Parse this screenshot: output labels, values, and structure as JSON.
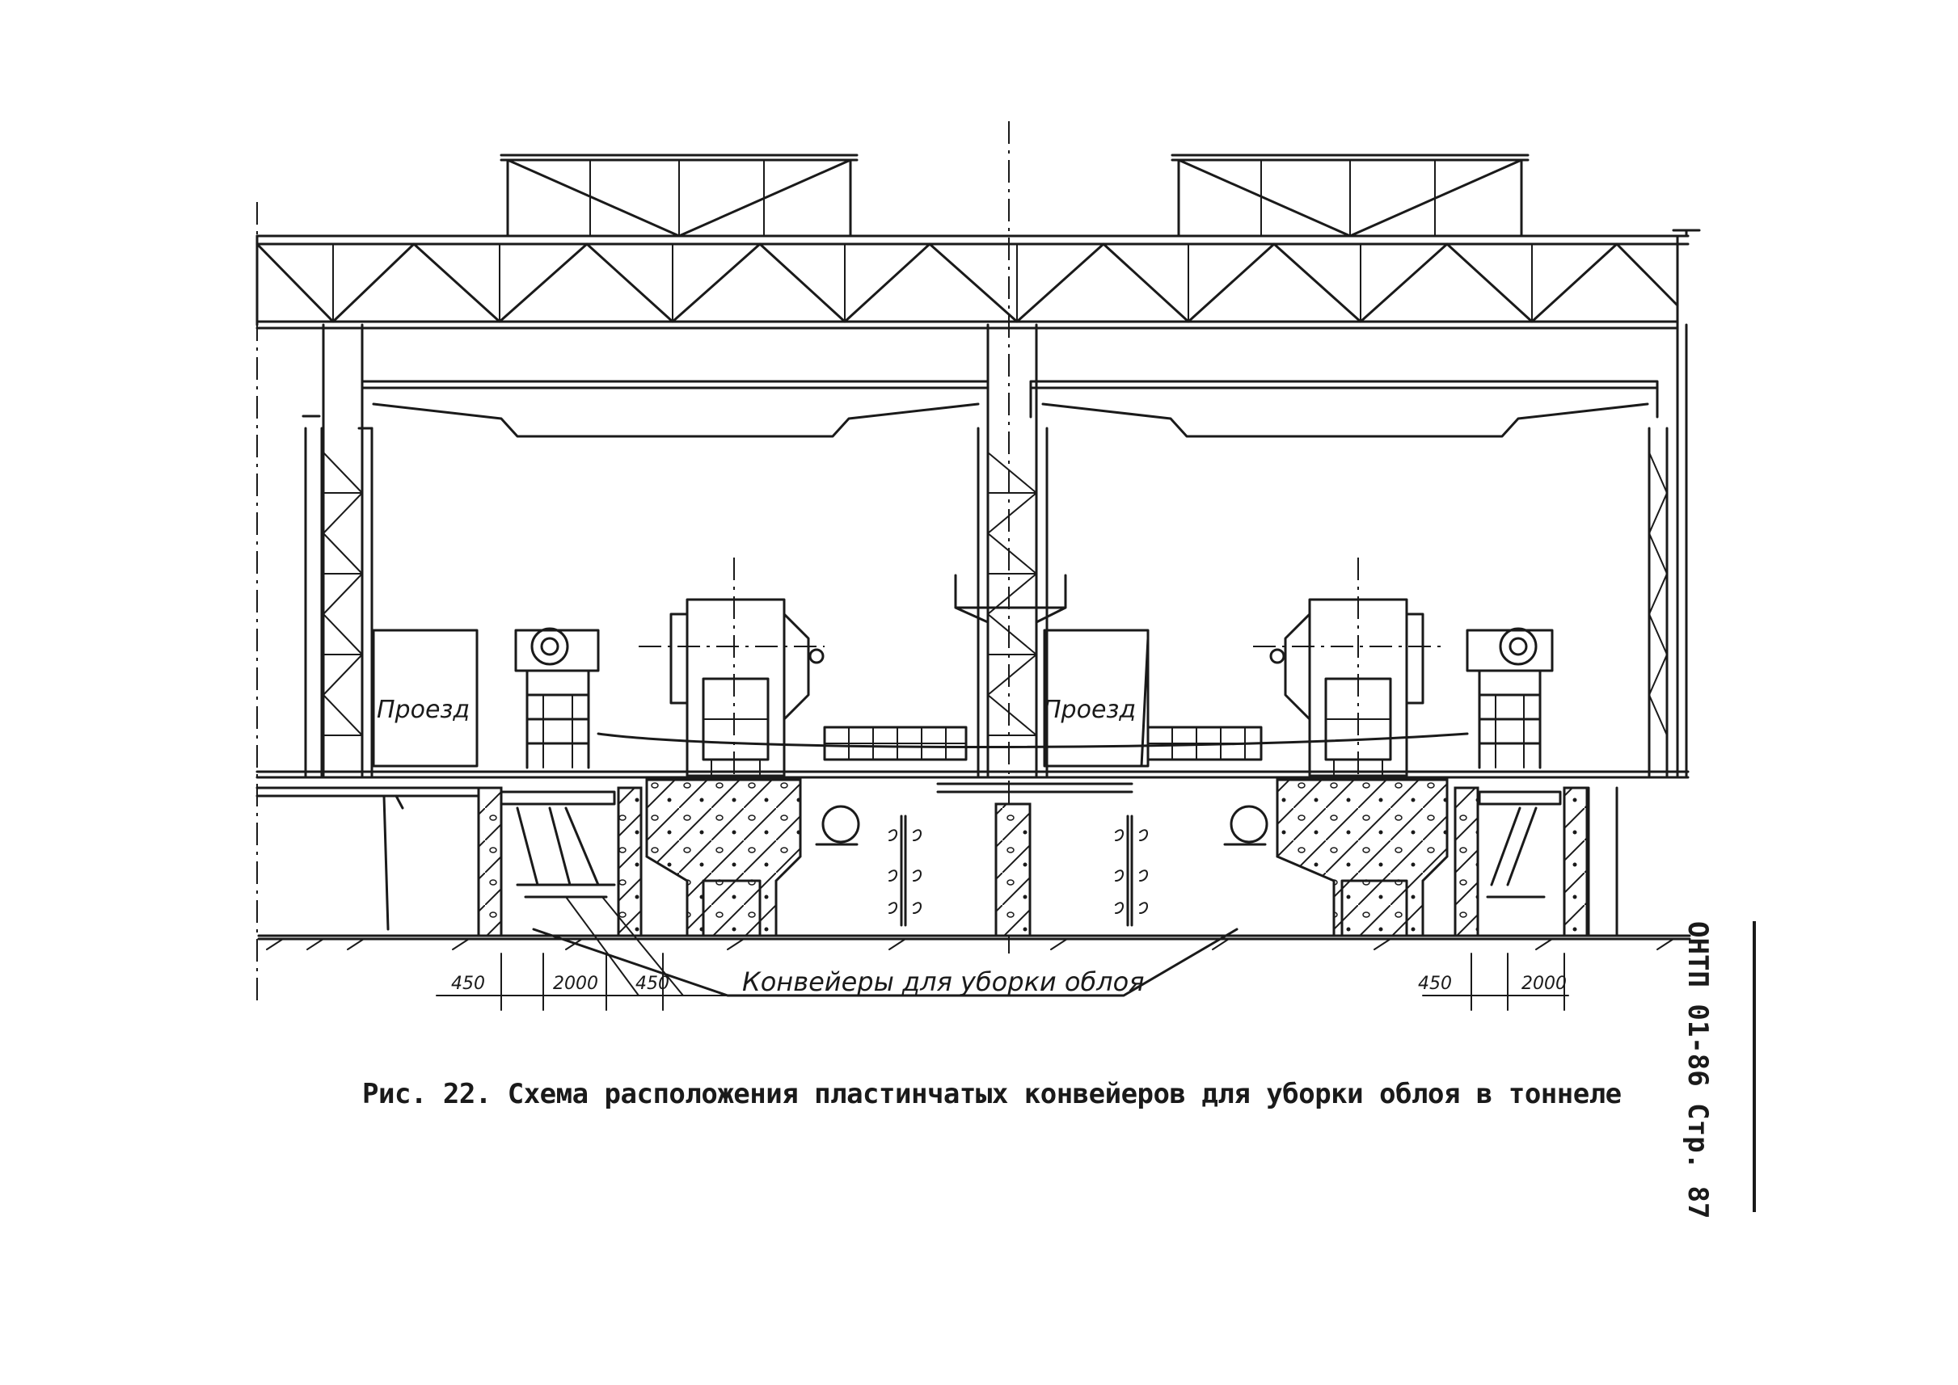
{
  "figure": {
    "caption": "Рис. 22. Схема расположения пластинчатых конвейеров для уборки облоя в тоннеле",
    "side_stamp": "ОНТП 01-86 Стр. 87"
  },
  "labels": {
    "passage_left": "Проезд",
    "passage_right": "Проезд",
    "conveyors": "Конвейеры для уборки облоя"
  },
  "dimensions": {
    "left_gap_1": "450",
    "left_width": "2000",
    "left_gap_2": "450",
    "right_gap": "450",
    "right_width": "2000"
  }
}
